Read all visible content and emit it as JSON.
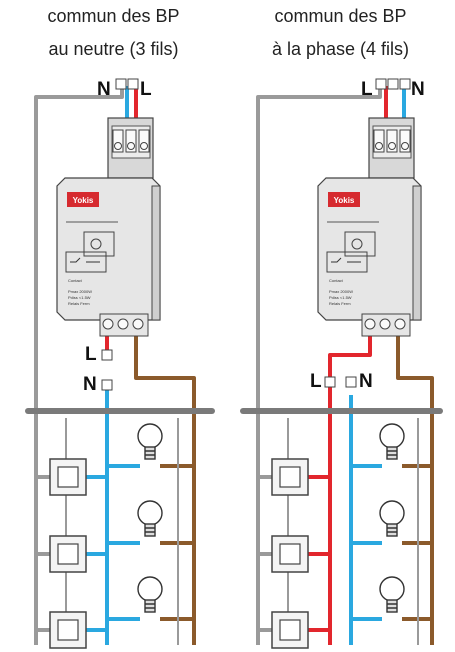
{
  "left": {
    "caption_line1": "commun des BP",
    "caption_line2": "au neutre (3 fils)",
    "top_label_n": "N",
    "top_label_l": "L",
    "out_label_l": "L",
    "out_label_n": "N",
    "brand": "Yokis",
    "rating_line1": "Pmax 2000W",
    "rating_line2": "Pdiss <1.5W",
    "rating_line3": "Relais Ferm",
    "contact_text": "Contact"
  },
  "right": {
    "caption_line1": "commun des BP",
    "caption_line2": "à la phase (4 fils)",
    "top_label_l": "L",
    "top_label_n": "N",
    "out_label_l": "L",
    "out_label_n": "N",
    "brand": "Yokis",
    "rating_line1": "Pmax 2000W",
    "rating_line2": "Pdiss <1.5W",
    "rating_line3": "Relais Ferm",
    "contact_text": "Contact"
  },
  "colors": {
    "phase": "#e2262d",
    "neutral": "#2aa8e0",
    "return": "#8b5a2b",
    "common": "#9a9a9a",
    "rail": "#7a7a7a",
    "brand_red": "#d62a2f"
  },
  "icons": [
    "bulb-icon",
    "push-button-icon",
    "terminal-screw-icon"
  ]
}
